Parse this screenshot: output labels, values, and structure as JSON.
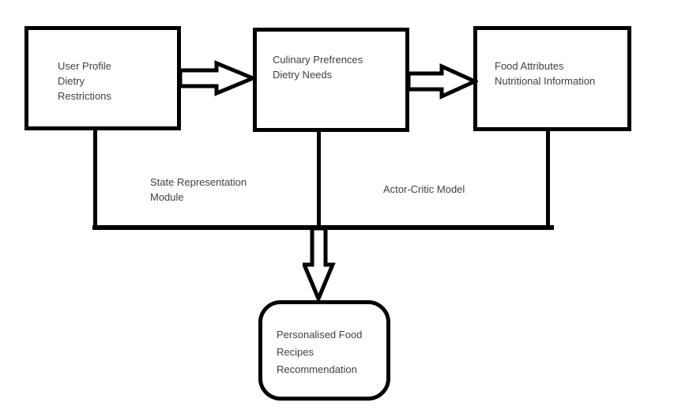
{
  "nodes": {
    "user_profile": {
      "lines": [
        "User Profile",
        "Dietry",
        "Restrictions"
      ]
    },
    "culinary_preferences": {
      "lines": [
        "Culinary Prefrences",
        "Dietry Needs"
      ]
    },
    "food_attributes": {
      "lines": [
        "Food Attributes",
        "Nutritional Information"
      ]
    },
    "recommendation": {
      "lines": [
        "Personalised Food",
        "Recipes",
        "Recommendation"
      ]
    }
  },
  "labels": {
    "state_representation": {
      "lines": [
        "State Representation",
        "Module"
      ]
    },
    "actor_critic": "Actor-Critic Model"
  },
  "colors": {
    "stroke": "#000000",
    "text": "#404040",
    "background": "#ffffff"
  }
}
